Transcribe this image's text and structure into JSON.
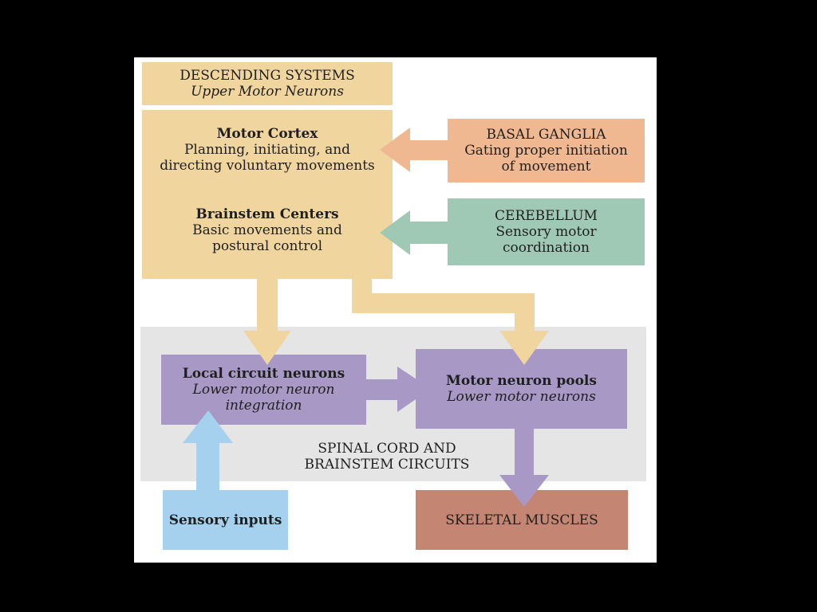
{
  "colors": {
    "background": "#000000",
    "panel": "#ffffff",
    "upper": "#f0d59f",
    "basal": "#f0b890",
    "cerebellum": "#9fc9b5",
    "spinal_region": "#e5e5e5",
    "lower": "#a898c6",
    "sensory": "#a6d1ee",
    "muscles": "#c48572"
  },
  "icons": {
    "arrows": [
      "arrow-left-icon",
      "arrow-down-icon",
      "arrow-right-icon",
      "arrow-up-icon"
    ]
  },
  "descending": {
    "title": "DESCENDING SYSTEMS",
    "subtitle": "Upper Motor Neurons"
  },
  "motor_cortex": {
    "title": "Motor Cortex",
    "line1": "Planning, initiating, and",
    "line2": "directing voluntary movements"
  },
  "brainstem_centers": {
    "title": "Brainstem Centers",
    "line1": "Basic movements and",
    "line2": "postural control"
  },
  "basal_ganglia": {
    "title": "BASAL GANGLIA",
    "line1": "Gating proper initiation",
    "line2": "of movement"
  },
  "cerebellum": {
    "title": "CEREBELLUM",
    "line1": "Sensory motor",
    "line2": "coordination"
  },
  "local_circuit": {
    "title": "Local circuit neurons",
    "line1": "Lower motor neuron",
    "line2": "integration"
  },
  "motor_neuron_pools": {
    "title": "Motor neuron pools",
    "line1": "Lower motor neurons"
  },
  "spinal_label": {
    "line1": "SPINAL CORD AND",
    "line2": "BRAINSTEM CIRCUITS"
  },
  "sensory_inputs": {
    "title": "Sensory inputs"
  },
  "skeletal_muscles": {
    "title": "SKELETAL MUSCLES"
  }
}
